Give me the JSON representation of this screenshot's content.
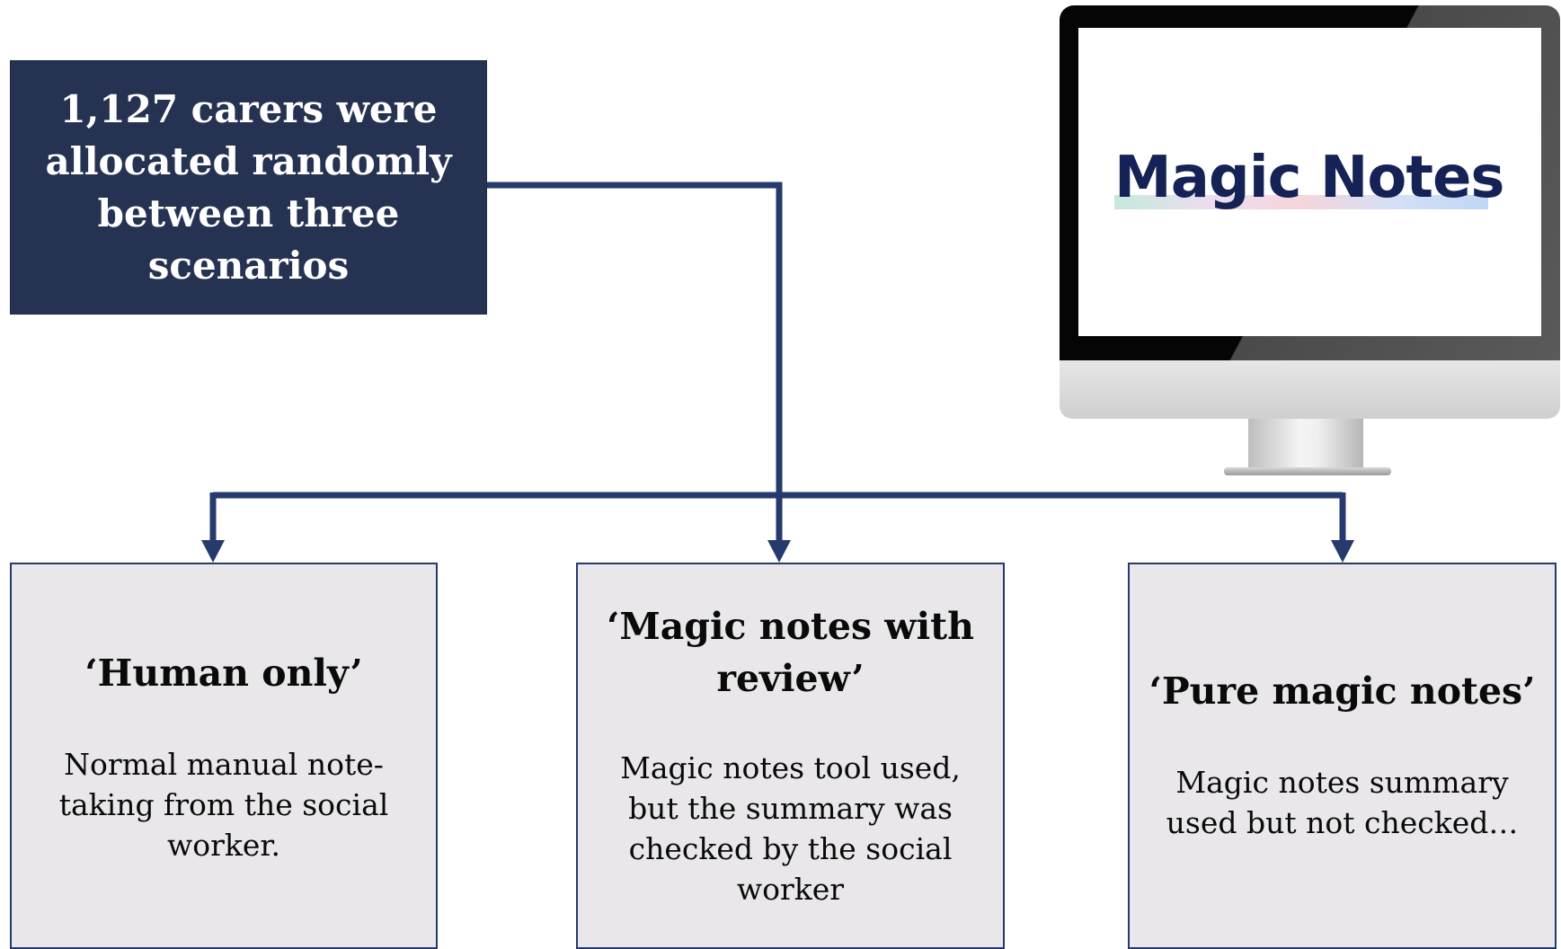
{
  "source": {
    "text": "1,127 carers were allocated randomly between three scenarios"
  },
  "scenarios": [
    {
      "title": "‘Human only’",
      "description": "Normal manual note-taking from the social worker."
    },
    {
      "title": "‘Magic notes with review’",
      "description": "Magic notes tool used, but the summary was checked by the social worker"
    },
    {
      "title": "‘Pure magic notes’",
      "description": "Magic notes summary used but not checked…"
    }
  ],
  "monitor": {
    "logo_text": "Magic Notes"
  },
  "colors": {
    "navy": "#263252",
    "connector": "#263a6e",
    "box_fill": "#e9e7ea",
    "logo": "#152255"
  }
}
